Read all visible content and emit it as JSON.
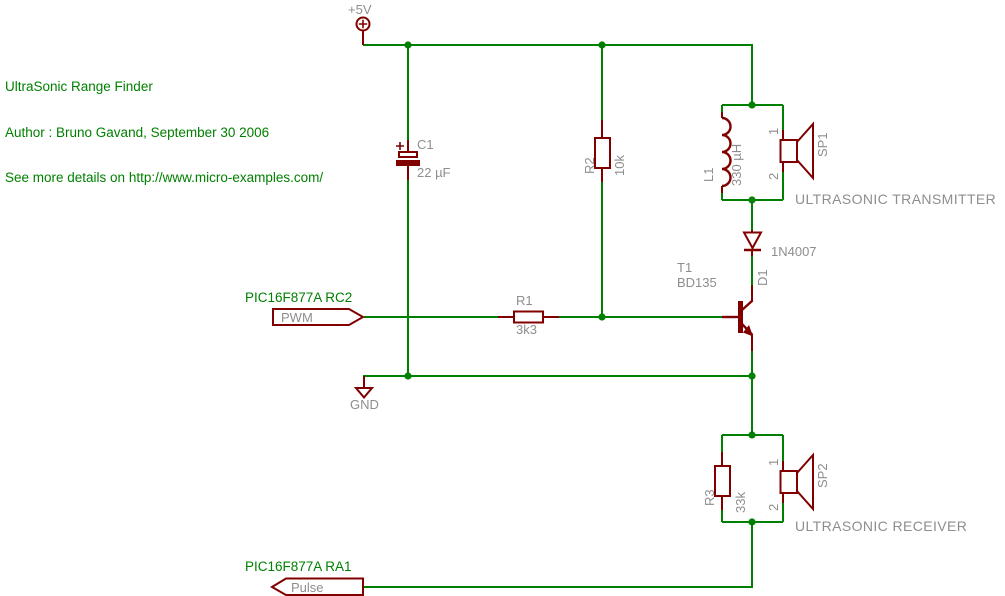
{
  "colors": {
    "wire": "#008000",
    "symbol": "#800000",
    "label": "#8e8e8e",
    "net_text": "#008000",
    "background": "#ffffff"
  },
  "header": {
    "title": "UltraSonic Range Finder",
    "author": "Author : Bruno Gavand, September 30 2006",
    "details": "See more details on http://www.micro-examples.com/"
  },
  "power": {
    "vcc_label": "+5V",
    "gnd_label": "GND"
  },
  "components": {
    "c1": {
      "ref": "C1",
      "value": "22 µF"
    },
    "r1": {
      "ref": "R1",
      "value": "3k3"
    },
    "r2": {
      "ref": "R2",
      "value": "10k"
    },
    "r3": {
      "ref": "R3",
      "value": "33k"
    },
    "l1": {
      "ref": "L1",
      "value": "330 µH"
    },
    "d1": {
      "ref": "D1",
      "value": "1N4007"
    },
    "t1": {
      "ref": "T1",
      "value": "BD135"
    },
    "sp1": {
      "ref": "SP1",
      "pin1": "1",
      "pin2": "2",
      "caption": "ULTRASONIC TRANSMITTER"
    },
    "sp2": {
      "ref": "SP2",
      "pin1": "1",
      "pin2": "2",
      "caption": "ULTRASONIC RECEIVER"
    }
  },
  "ports": {
    "pwm": {
      "net": "PIC16F877A RC2",
      "label": "PWM"
    },
    "pulse": {
      "net": "PIC16F877A RA1",
      "label": "Pulse"
    }
  }
}
